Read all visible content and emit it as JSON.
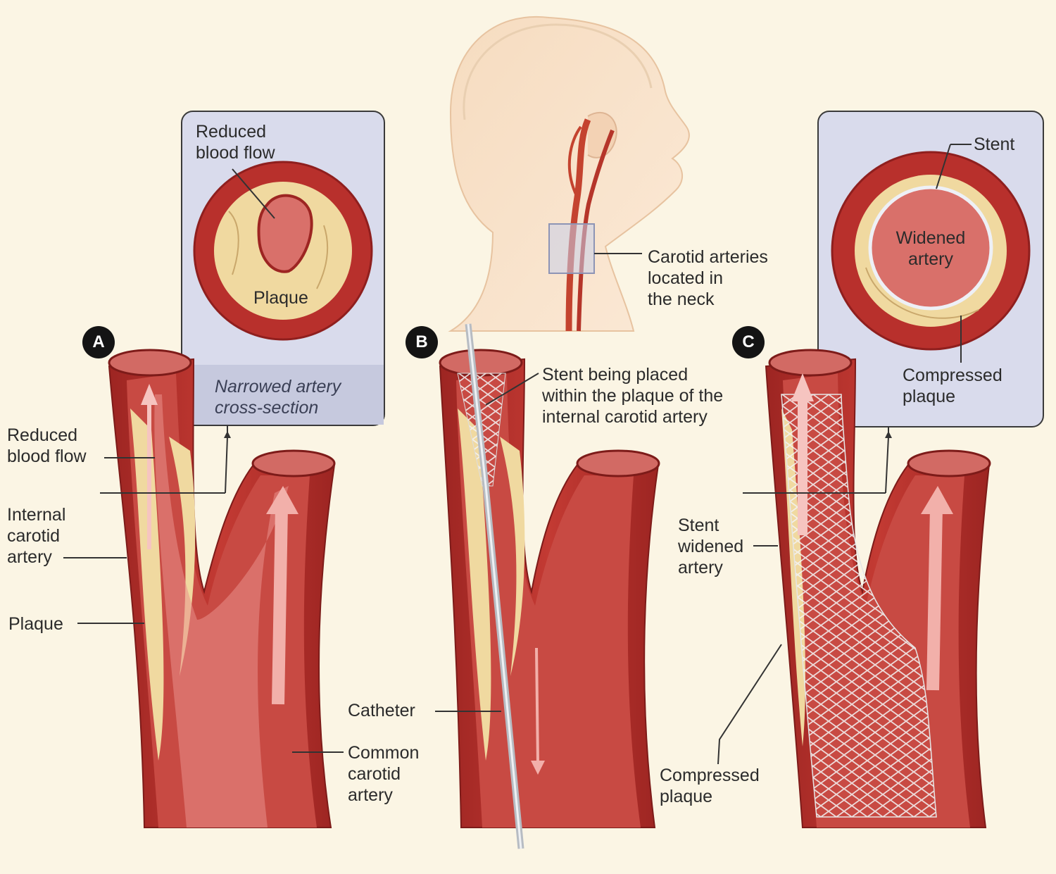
{
  "colors": {
    "background": "#fbf5e4",
    "artery_wall": "#b8302c",
    "artery_dark": "#8f1f1e",
    "lumen": "#d9706a",
    "plaque": "#f0d9a0",
    "inset_box": "#d9dbec",
    "catheter": "#b7bcc3",
    "badge": "#141414"
  },
  "panels": {
    "a": {
      "badge": "A"
    },
    "b": {
      "badge": "B"
    },
    "c": {
      "badge": "C"
    }
  },
  "labels": {
    "a_inset_flow": "Reduced\nblood flow",
    "a_inset_plaque": "Plaque",
    "a_inset_caption": "Narrowed artery\ncross-section",
    "a_flow": "Reduced\nblood flow",
    "a_internal": "Internal\ncarotid\nartery",
    "a_plaque": "Plaque",
    "a_common": "Common\ncarotid\nartery",
    "head_arteries": "Carotid arteries\nlocated in\nthe neck",
    "b_stent": "Stent being placed\nwithin the plaque of the\ninternal carotid artery",
    "b_catheter": "Catheter",
    "c_stent": "Stent",
    "c_widened": "Widened\nartery",
    "c_compressed_inset": "Compressed\nplaque",
    "c_stent_widened": "Stent\nwidened\nartery",
    "c_compressed": "Compressed\nplaque"
  }
}
